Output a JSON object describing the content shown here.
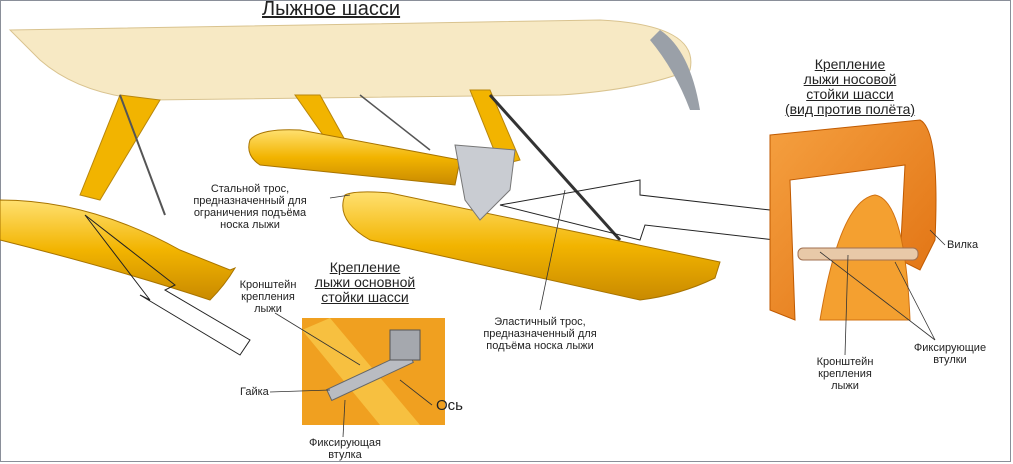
{
  "title": "Лыжное шасси",
  "labels": {
    "steel_cable": [
      "Стальной трос,",
      "предназначенный для",
      "ограничения подъёма",
      "носка лыжи"
    ],
    "elastic_cable": [
      "Эластичный трос,",
      "предназначенный для",
      "подъёма носка лыжи"
    ],
    "main_bracket": [
      "Кронштейн",
      "крепления",
      "лыжи"
    ],
    "nut": "Гайка",
    "axle": "Ось",
    "main_bushing": [
      "Фиксирующая",
      "втулка"
    ],
    "fork": "Вилка",
    "nose_bushings": [
      "Фиксирующие",
      "втулки"
    ],
    "nose_bracket": [
      "Кронштейн",
      "крепления",
      "лыжи"
    ]
  },
  "sections": {
    "main_gear": [
      "Крепление",
      "лыжи основной",
      "стойки шасси"
    ],
    "nose_gear": [
      "Крепление",
      "лыжи носовой",
      "стойки шасси",
      "(вид против полёта)"
    ]
  },
  "colors": {
    "ski": "#f2b400",
    "ski_dark": "#c98a00",
    "fuselage": "#f7e9c4",
    "nose_part": "#f08a1c"
  }
}
